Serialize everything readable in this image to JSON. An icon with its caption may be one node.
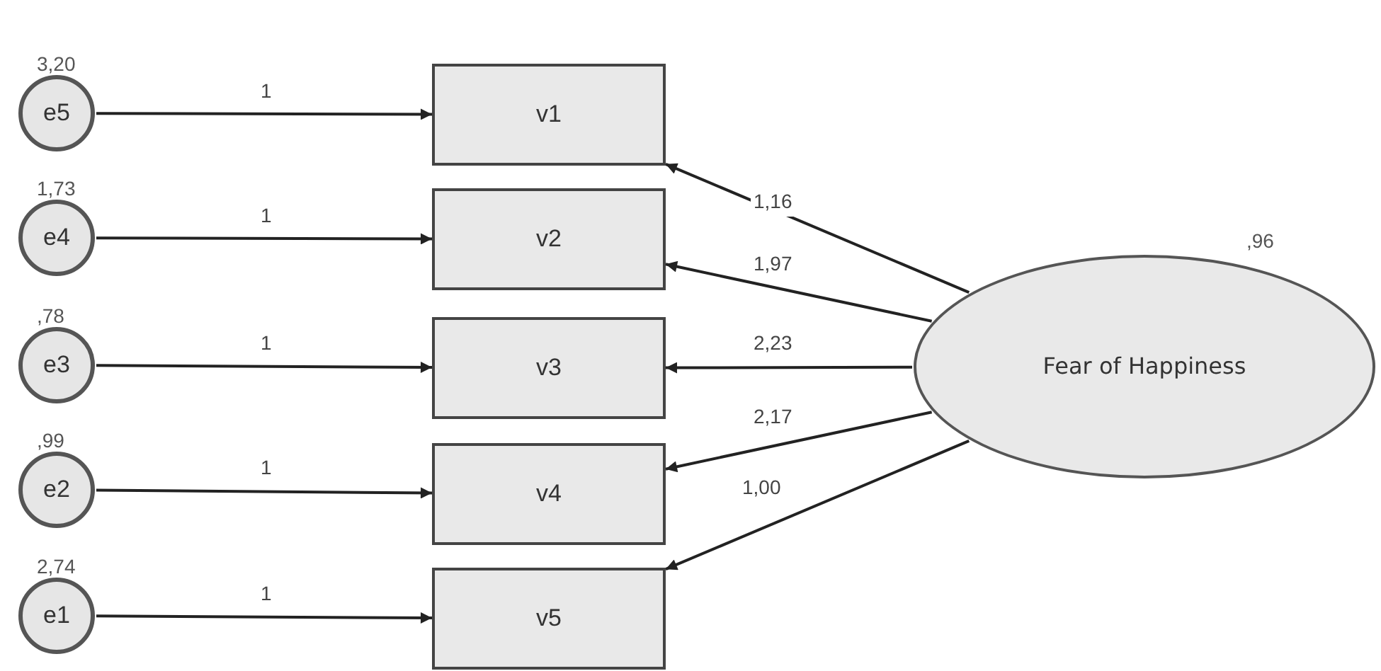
{
  "diagram": {
    "nodes": [
      {
        "text": [
          "e5"
        ],
        "beside": [
          "3,20"
        ]
      },
      {
        "text": [
          "e4"
        ],
        "beside": [
          "1,73"
        ]
      },
      {
        "text": [
          "e3"
        ],
        "beside": [
          ",78"
        ]
      },
      {
        "text": [
          "e2"
        ],
        "beside": [
          ",99"
        ]
      },
      {
        "text": [
          "e1"
        ],
        "beside": [
          "2,74"
        ]
      },
      {
        "text": [
          "v1"
        ]
      },
      {
        "text": [
          "v2"
        ]
      },
      {
        "text": [
          "v3"
        ]
      },
      {
        "text": [
          "v4"
        ]
      },
      {
        "text": [
          "v5"
        ]
      },
      {
        "text": [
          "Fear of Happiness"
        ],
        "beside": [
          ",96"
        ]
      }
    ],
    "edges": [
      {
        "from": 0,
        "to": 5,
        "arrow": "to",
        "label": "1"
      },
      {
        "from": 1,
        "to": 6,
        "arrow": "to",
        "label": "1"
      },
      {
        "from": 2,
        "to": 7,
        "arrow": "to",
        "label": "1"
      },
      {
        "from": 3,
        "to": 8,
        "arrow": "to",
        "label": "1"
      },
      {
        "from": 4,
        "to": 9,
        "arrow": "to",
        "label": "1"
      },
      {
        "from": 10,
        "to": 5,
        "arrow": "to",
        "label": "1,16"
      },
      {
        "from": 10,
        "to": 6,
        "arrow": "to",
        "label": "1,97"
      },
      {
        "from": 10,
        "to": 7,
        "arrow": "to",
        "label": "2,23"
      },
      {
        "from": 10,
        "to": 8,
        "arrow": "to",
        "label": "2,17"
      },
      {
        "from": 10,
        "to": 9,
        "arrow": "to",
        "label": "1,00"
      }
    ]
  }
}
